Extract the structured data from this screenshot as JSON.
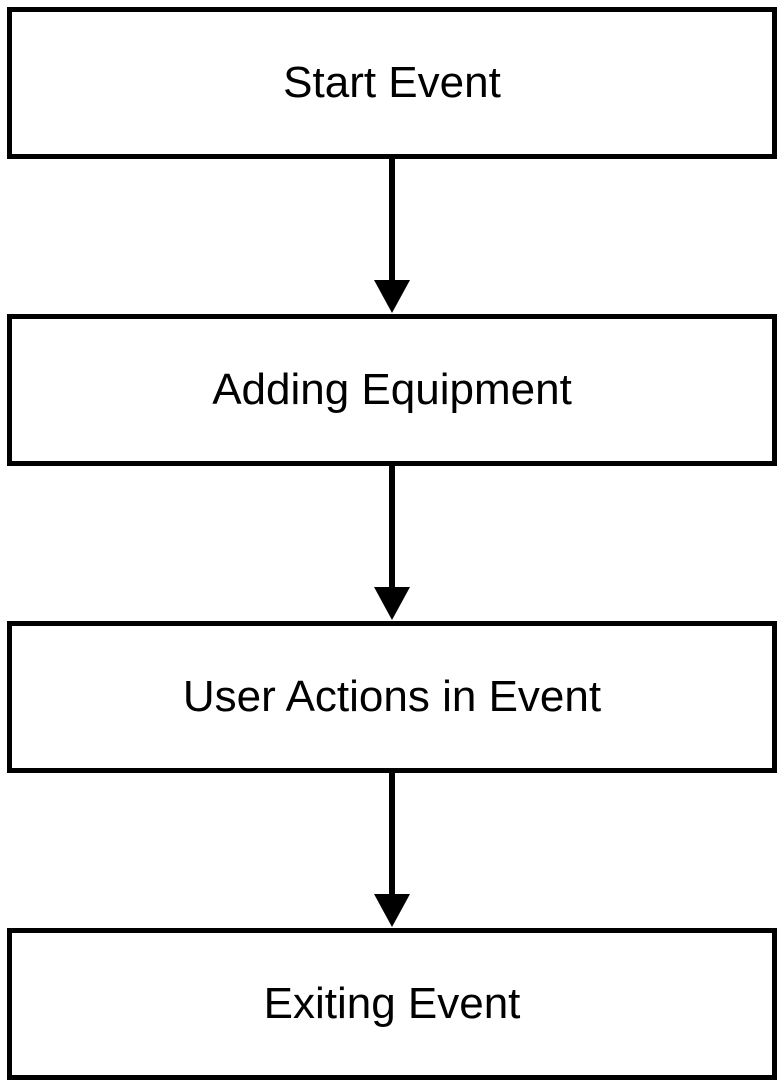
{
  "diagram": {
    "steps": [
      {
        "label": "Start Event"
      },
      {
        "label": "Adding Equipment"
      },
      {
        "label": "User Actions in Event"
      },
      {
        "label": "Exiting Event"
      }
    ],
    "colors": {
      "stroke": "#000000",
      "fill": "#ffffff"
    }
  }
}
